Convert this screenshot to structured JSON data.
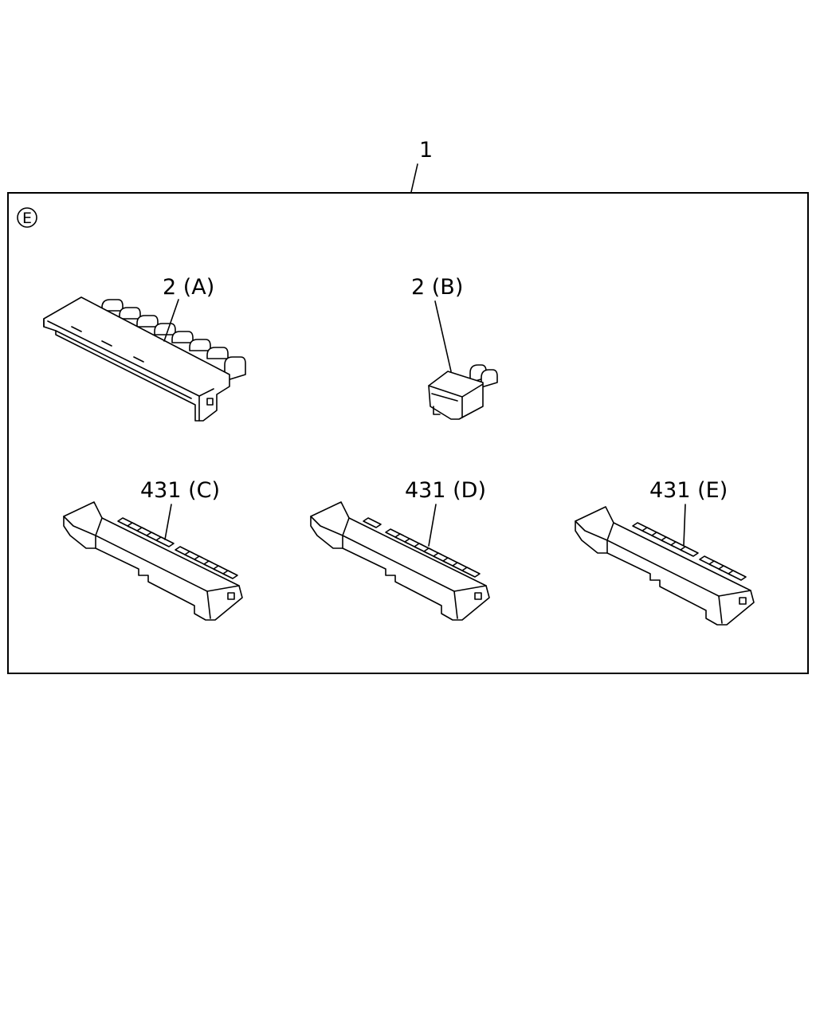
{
  "diagram": {
    "assembly_label": "1",
    "variant_marker": "E",
    "parts": [
      {
        "label": "2 (A)"
      },
      {
        "label": "2 (B)"
      },
      {
        "label": "431 (C)"
      },
      {
        "label": "431 (D)"
      },
      {
        "label": "431 (E)"
      }
    ]
  }
}
